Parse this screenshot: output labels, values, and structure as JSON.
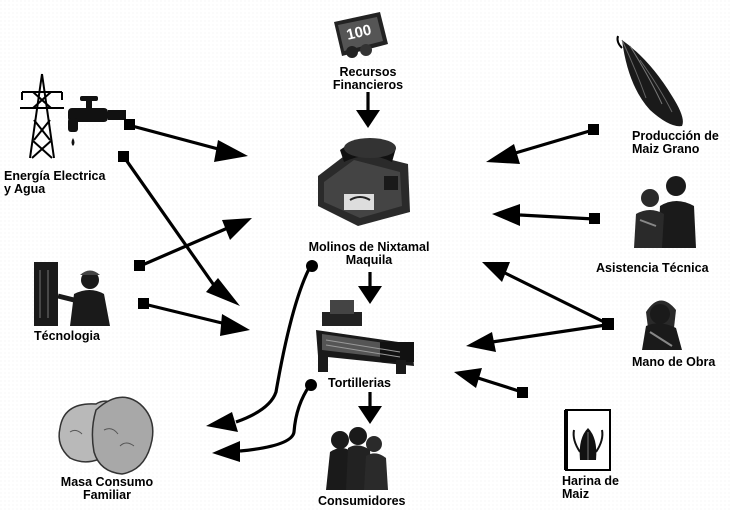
{
  "nodes": {
    "energia": {
      "label_line1": "Energía Electrica",
      "label_line2": "y Agua"
    },
    "recursos": {
      "label_line1": "Recursos",
      "label_line2": "Financieros",
      "banknote_text": "100"
    },
    "produccion": {
      "label_line1": "Producción de",
      "label_line2": "Maiz Grano"
    },
    "asistencia": {
      "label": "Asistencia Técnica"
    },
    "molinos": {
      "label_line1": "Molinos de Nixtamal",
      "label_line2": "Maquila"
    },
    "tecnologia": {
      "label": "Técnologia"
    },
    "mano_obra": {
      "label": "Mano de Obra"
    },
    "tortillerias": {
      "label": "Tortillerias"
    },
    "masa": {
      "label_line1": "Masa Consumo",
      "label_line2": "Familiar"
    },
    "consumidores": {
      "label": "Consumidores"
    },
    "harina": {
      "label_line1": "Harina de",
      "label_line2": "Maiz"
    }
  },
  "colors": {
    "ink": "#000000",
    "figure_gray": "#2b2b2b",
    "light_gray": "#8a8a8a",
    "background": "#ffffff"
  }
}
